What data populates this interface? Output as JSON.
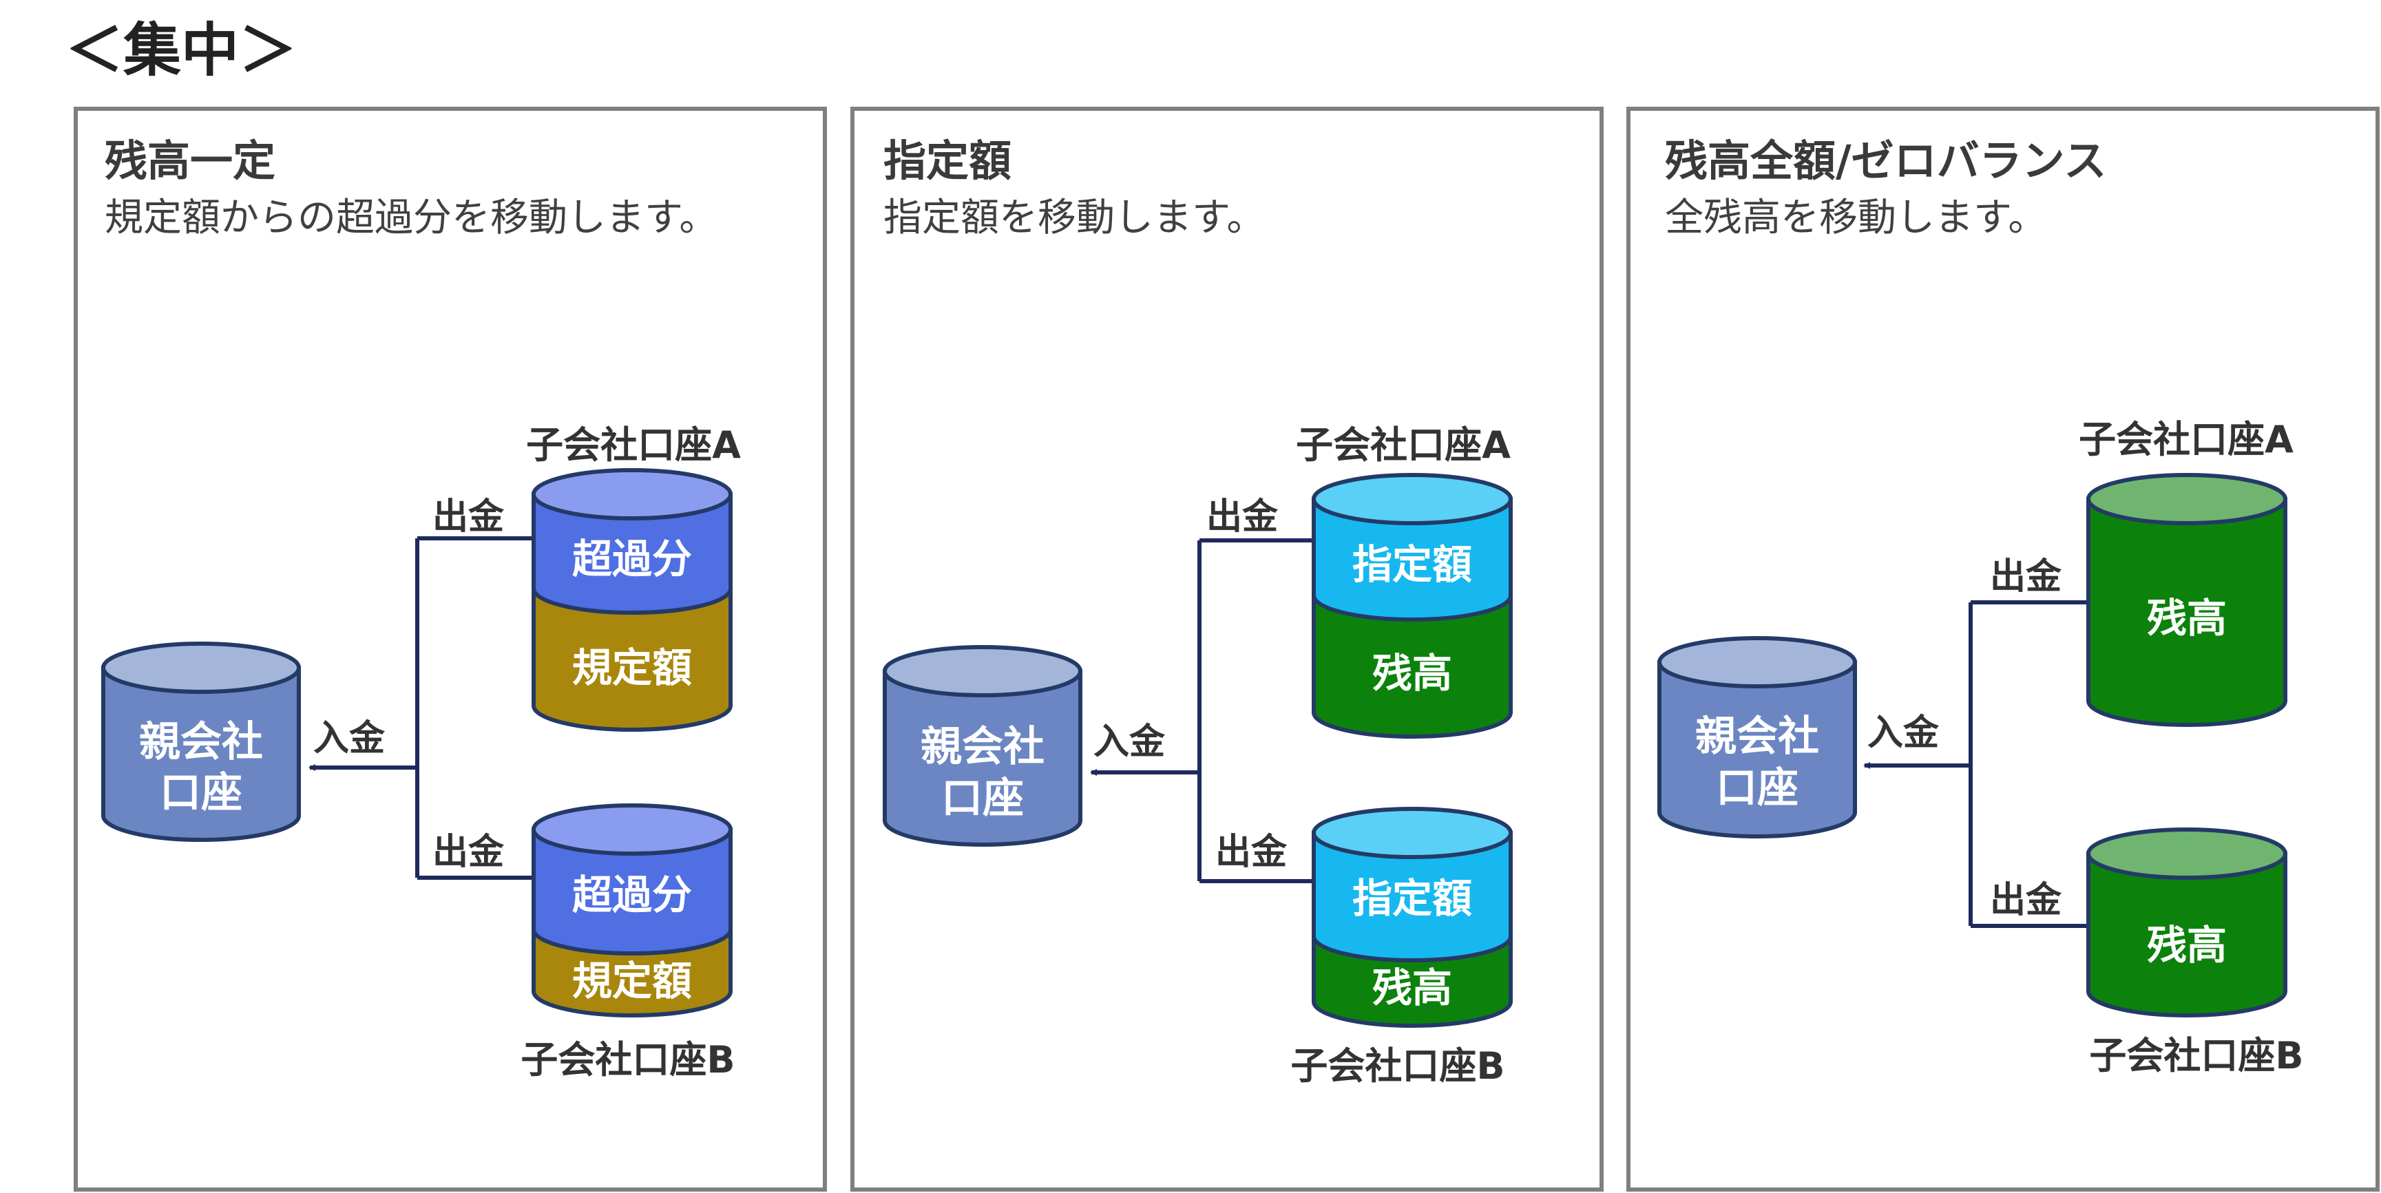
{
  "heading": "＜集中＞",
  "colors": {
    "panel_border": "#7f7f7f",
    "title_text": "#3a3a3a",
    "desc_text": "#404040",
    "label_text": "#333333",
    "line": "#1f2a5c",
    "parent_body": "#6b86c2",
    "parent_top": "#a4b5da",
    "cyl_outline": "#243a66",
    "excess_body": "#4f6fe3",
    "excess_top": "#8a9cf0",
    "fixed_body": "#a8870c",
    "specified_body": "#16b8ef",
    "specified_top": "#5ad0f7",
    "balance_body": "#0c820c",
    "balance_top": "#6fb56f",
    "white": "#ffffff"
  },
  "panels": [
    {
      "title": "残高一定",
      "description": "規定額からの超過分を移動します。",
      "parent_label_1": "親会社",
      "parent_label_2": "口座",
      "in_label": "入金",
      "out_label_a": "出金",
      "out_label_b": "出金",
      "child_a_label": "子会社口座A",
      "child_b_label": "子会社口座B",
      "child_a_top": "超過分",
      "child_a_bottom": "規定額",
      "child_b_top": "超過分",
      "child_b_bottom": "規定額"
    },
    {
      "title": "指定額",
      "description": "指定額を移動します。",
      "parent_label_1": "親会社",
      "parent_label_2": "口座",
      "in_label": "入金",
      "out_label_a": "出金",
      "out_label_b": "出金",
      "child_a_label": "子会社口座A",
      "child_b_label": "子会社口座B",
      "child_a_top": "指定額",
      "child_a_bottom": "残高",
      "child_b_top": "指定額",
      "child_b_bottom": "残高"
    },
    {
      "title": "残高全額/ゼロバランス",
      "description": "全残高を移動します。",
      "parent_label_1": "親会社",
      "parent_label_2": "口座",
      "in_label": "入金",
      "out_label_a": "出金",
      "out_label_b": "出金",
      "child_a_label": "子会社口座A",
      "child_b_label": "子会社口座B",
      "child_a_body": "残高",
      "child_b_body": "残高"
    }
  ]
}
